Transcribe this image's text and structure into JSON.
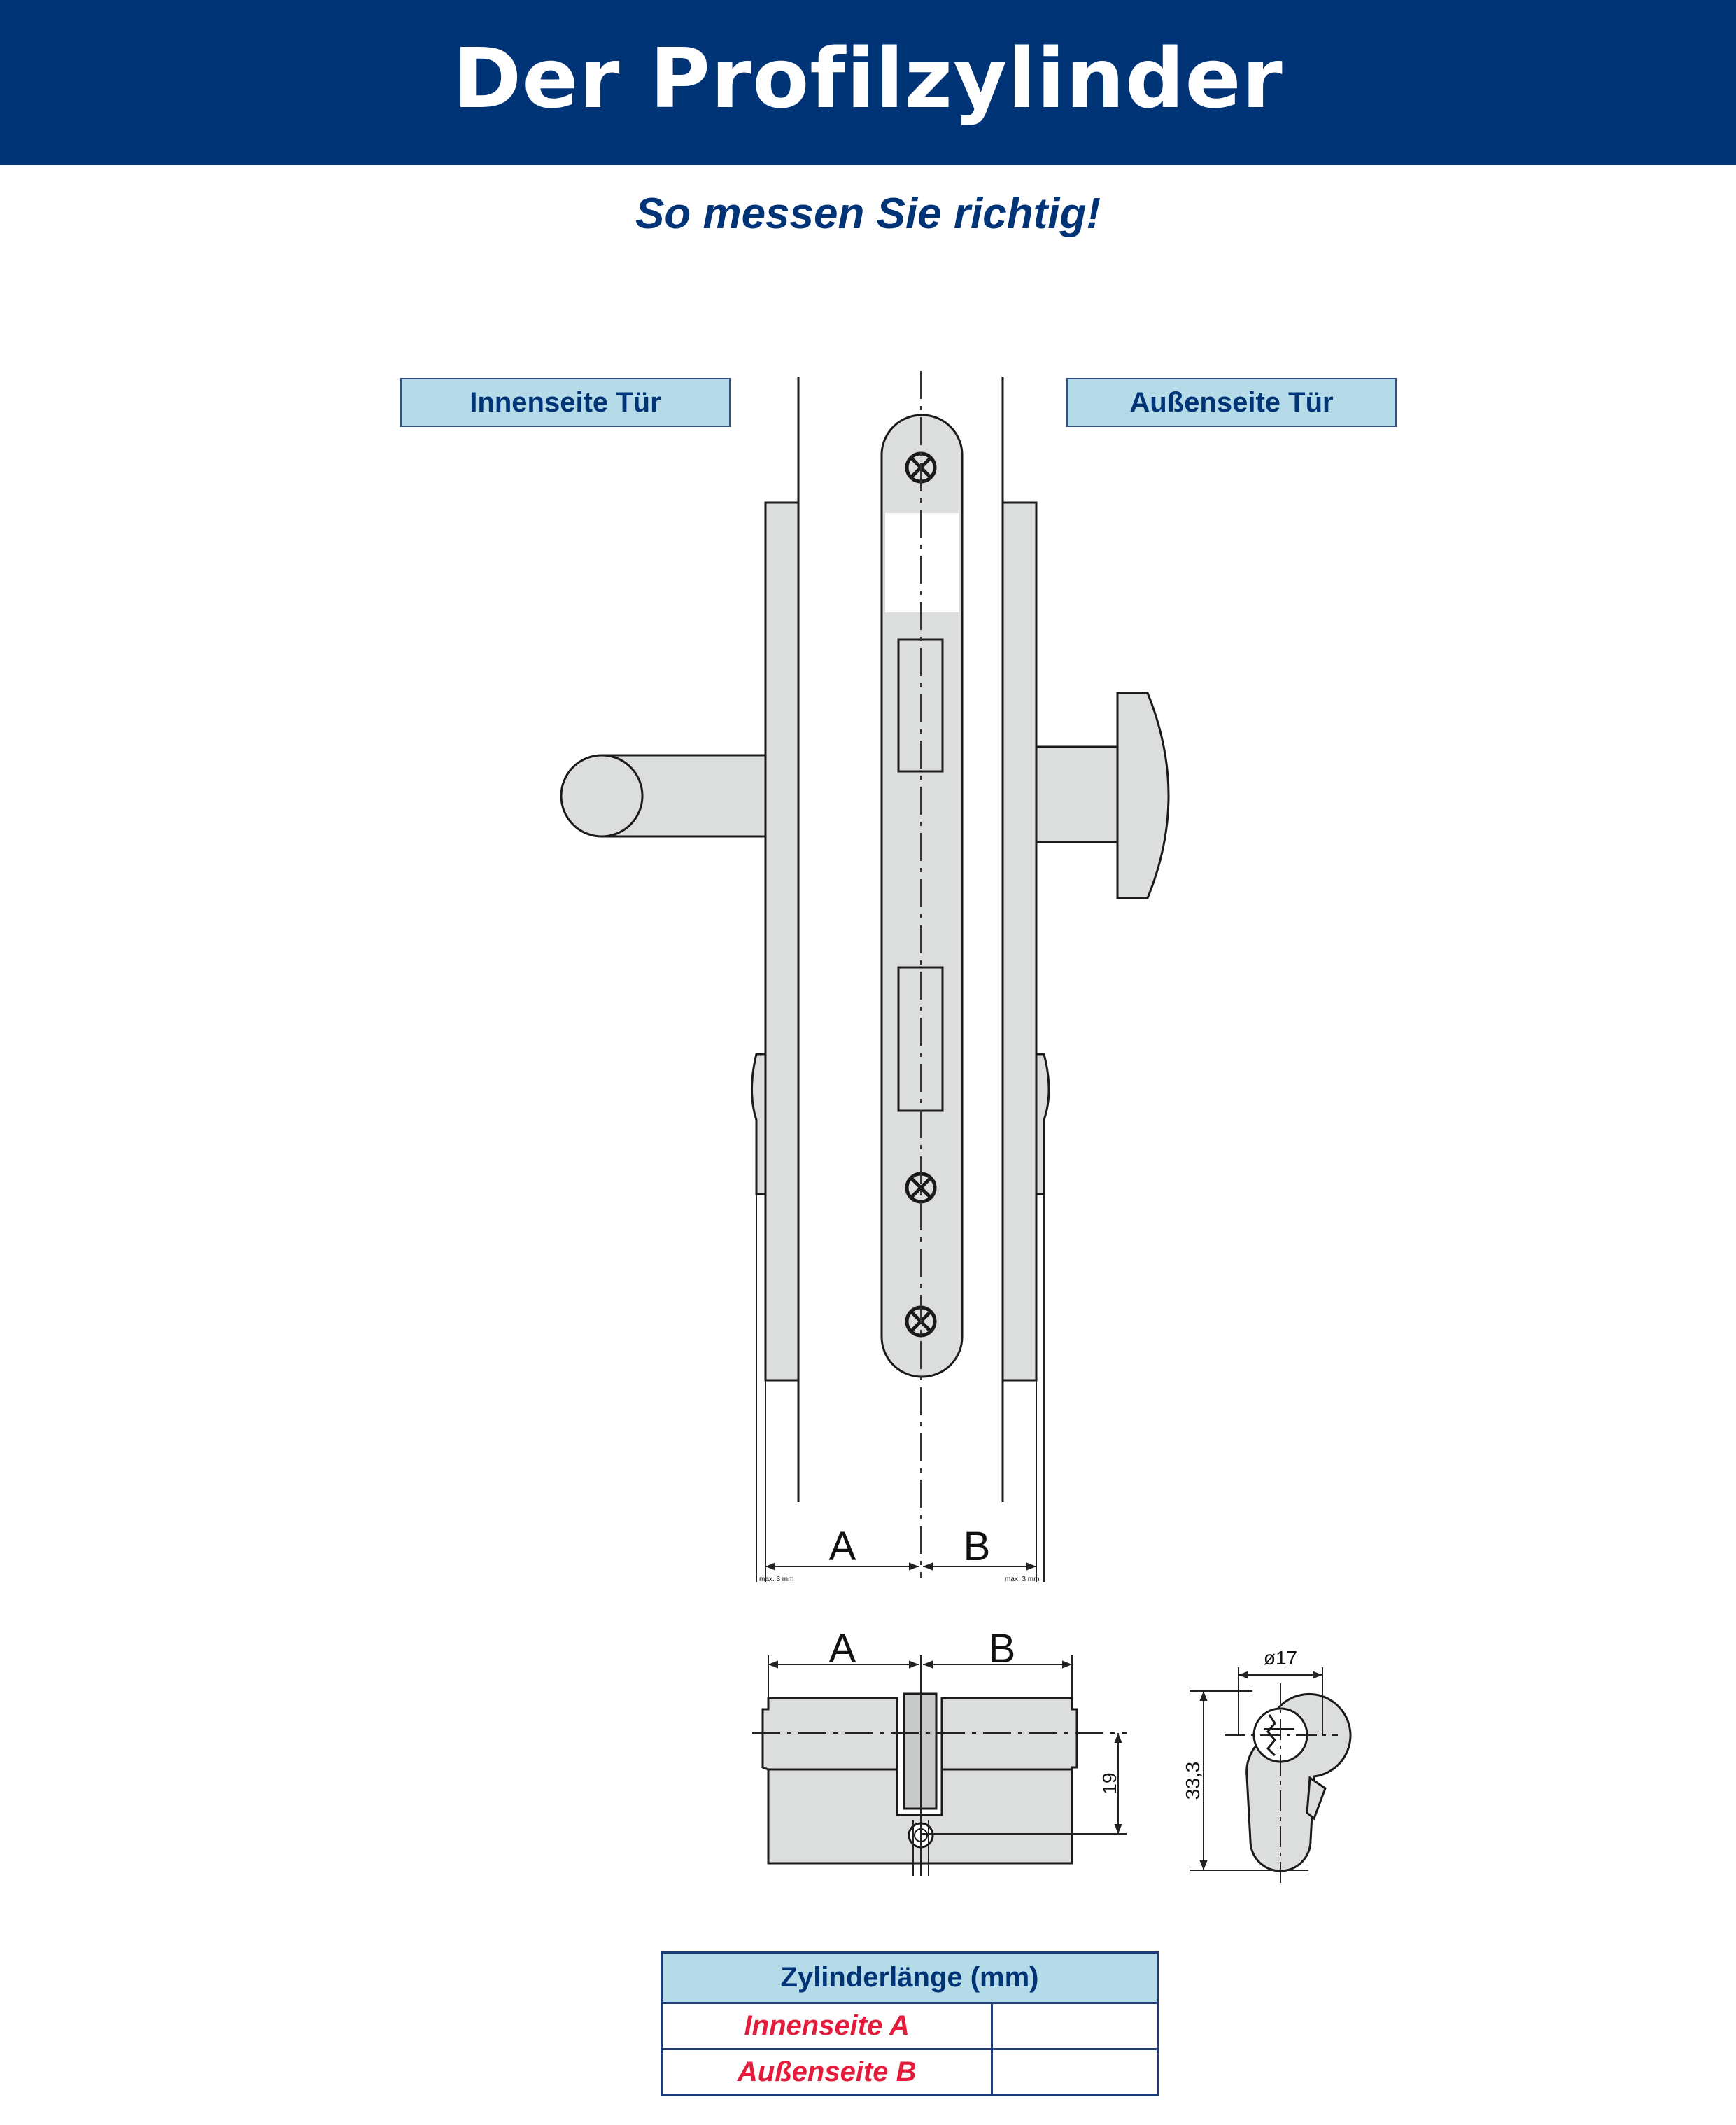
{
  "title": "Der Profilzylinder",
  "subtitle": "So messen Sie richtig!",
  "labels": {
    "inside": "Innenseite Tür",
    "outside": "Außenseite Tür"
  },
  "door_drawing": {
    "dim_a": "A",
    "dim_b": "B",
    "max_left": "max. 3 mm",
    "max_right": "max. 3 mm"
  },
  "cylinder_side": {
    "dim_a": "A",
    "dim_b": "B",
    "height": "19"
  },
  "cylinder_front": {
    "diameter": "ø17",
    "height": "33,3"
  },
  "table": {
    "header": "Zylinderlänge (mm)",
    "rows": [
      {
        "label": "Innenseite A",
        "value": ""
      },
      {
        "label": "Außenseite B",
        "value": ""
      }
    ]
  },
  "colors": {
    "header_bg": "#013476",
    "label_bg": "#b5dbe9",
    "accent_red": "#e41b3a",
    "part_fill": "#dcdedd"
  }
}
